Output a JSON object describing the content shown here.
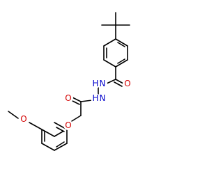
{
  "molecule": {
    "atoms": [
      {
        "id": "O_carbonyl_upper",
        "label": "O",
        "color": "#d40000"
      },
      {
        "id": "N_hydrazide_1",
        "label": "N",
        "color": "#0000cc"
      },
      {
        "id": "H_hydrazide_1",
        "label": "H",
        "color": "#0000cc"
      },
      {
        "id": "N_hydrazide_2",
        "label": "N",
        "color": "#0000cc"
      },
      {
        "id": "H_hydrazide_2",
        "label": "H",
        "color": "#0000cc"
      },
      {
        "id": "O_carbonyl_lower",
        "label": "O",
        "color": "#d40000"
      },
      {
        "id": "O_ether",
        "label": "O",
        "color": "#d40000"
      },
      {
        "id": "O_methoxy",
        "label": "O",
        "color": "#d40000"
      }
    ],
    "bond_color": "#000000"
  }
}
